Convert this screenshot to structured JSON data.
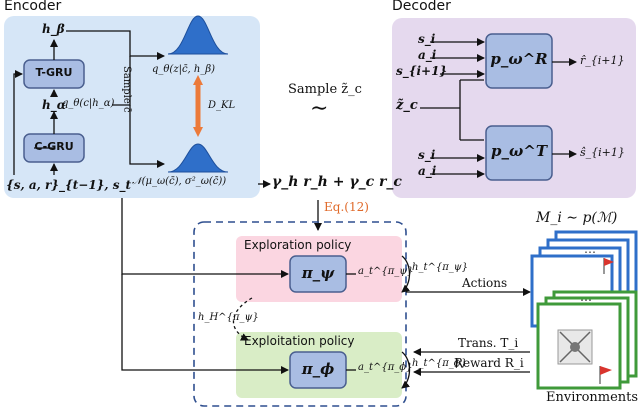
{
  "encoder": {
    "title": "Encoder",
    "h_beta": "h_β",
    "t_gru": "T-GRU",
    "c_gru": "C-GRU",
    "h_alpha": "h_α",
    "q_theta_c": "q_θ(c|h_α)",
    "sample_c": "Sample c̄",
    "q_theta_z": "q_θ(z|c̄, h_β)",
    "d_kl": "D_KL",
    "normal_prior": "𝒩(μ_ω(c̄), σ²_ω(c̄))",
    "inputs": "{s, a, r}_{t−1}, s_t"
  },
  "sampler": {
    "label": "Sample z̃_c",
    "symbol": "∼"
  },
  "decoder": {
    "title": "Decoder",
    "reward_model": "p_ω^R",
    "transition_model": "p_ω^T",
    "r_inputs": [
      "s_i",
      "a_i",
      "s_{i+1}"
    ],
    "t_inputs": [
      "s_i",
      "a_i"
    ],
    "z_input": "z̃_c",
    "r_output": "r̂_{i+1}",
    "t_output": "ŝ_{i+1}"
  },
  "reward_formula": "γ_h r_h + γ_c r_c",
  "eq_ref": "Eq.(12)",
  "policies": {
    "exploration": {
      "title": "Exploration policy",
      "symbol": "π_ψ",
      "action": "a_t^{π_ψ}",
      "hidden": "h_t^{π_ψ}"
    },
    "exploitation": {
      "title": "Exploitation policy",
      "symbol": "π_ϕ",
      "action": "a_t^{π_ϕ}",
      "hidden": "h_t^{π_ϕ}"
    },
    "transfer_hidden": "h_H^{π_ψ}"
  },
  "env": {
    "mdp_label": "M_i ∼ p(ℳ)",
    "actions": "Actions",
    "trans": "Trans. T_i",
    "reward": "Reward R_i",
    "title": "Environments"
  },
  "colors": {
    "encoder_bg": "#d6e6f7",
    "decoder_bg": "#e5d9ee",
    "exploration_bg": "#fbd6e1",
    "exploitation_bg": "#d9edc6",
    "module_fill": "#a9bde3",
    "module_stroke": "#4a5f8f",
    "gaussian": "#2f6fc9",
    "kl_arrow": "#ec7a3a",
    "eq_color": "#e06a2a",
    "dashed_frame": "#2f4f8f",
    "env_blue": "#2f6fc9",
    "env_green": "#3f9a3a"
  }
}
